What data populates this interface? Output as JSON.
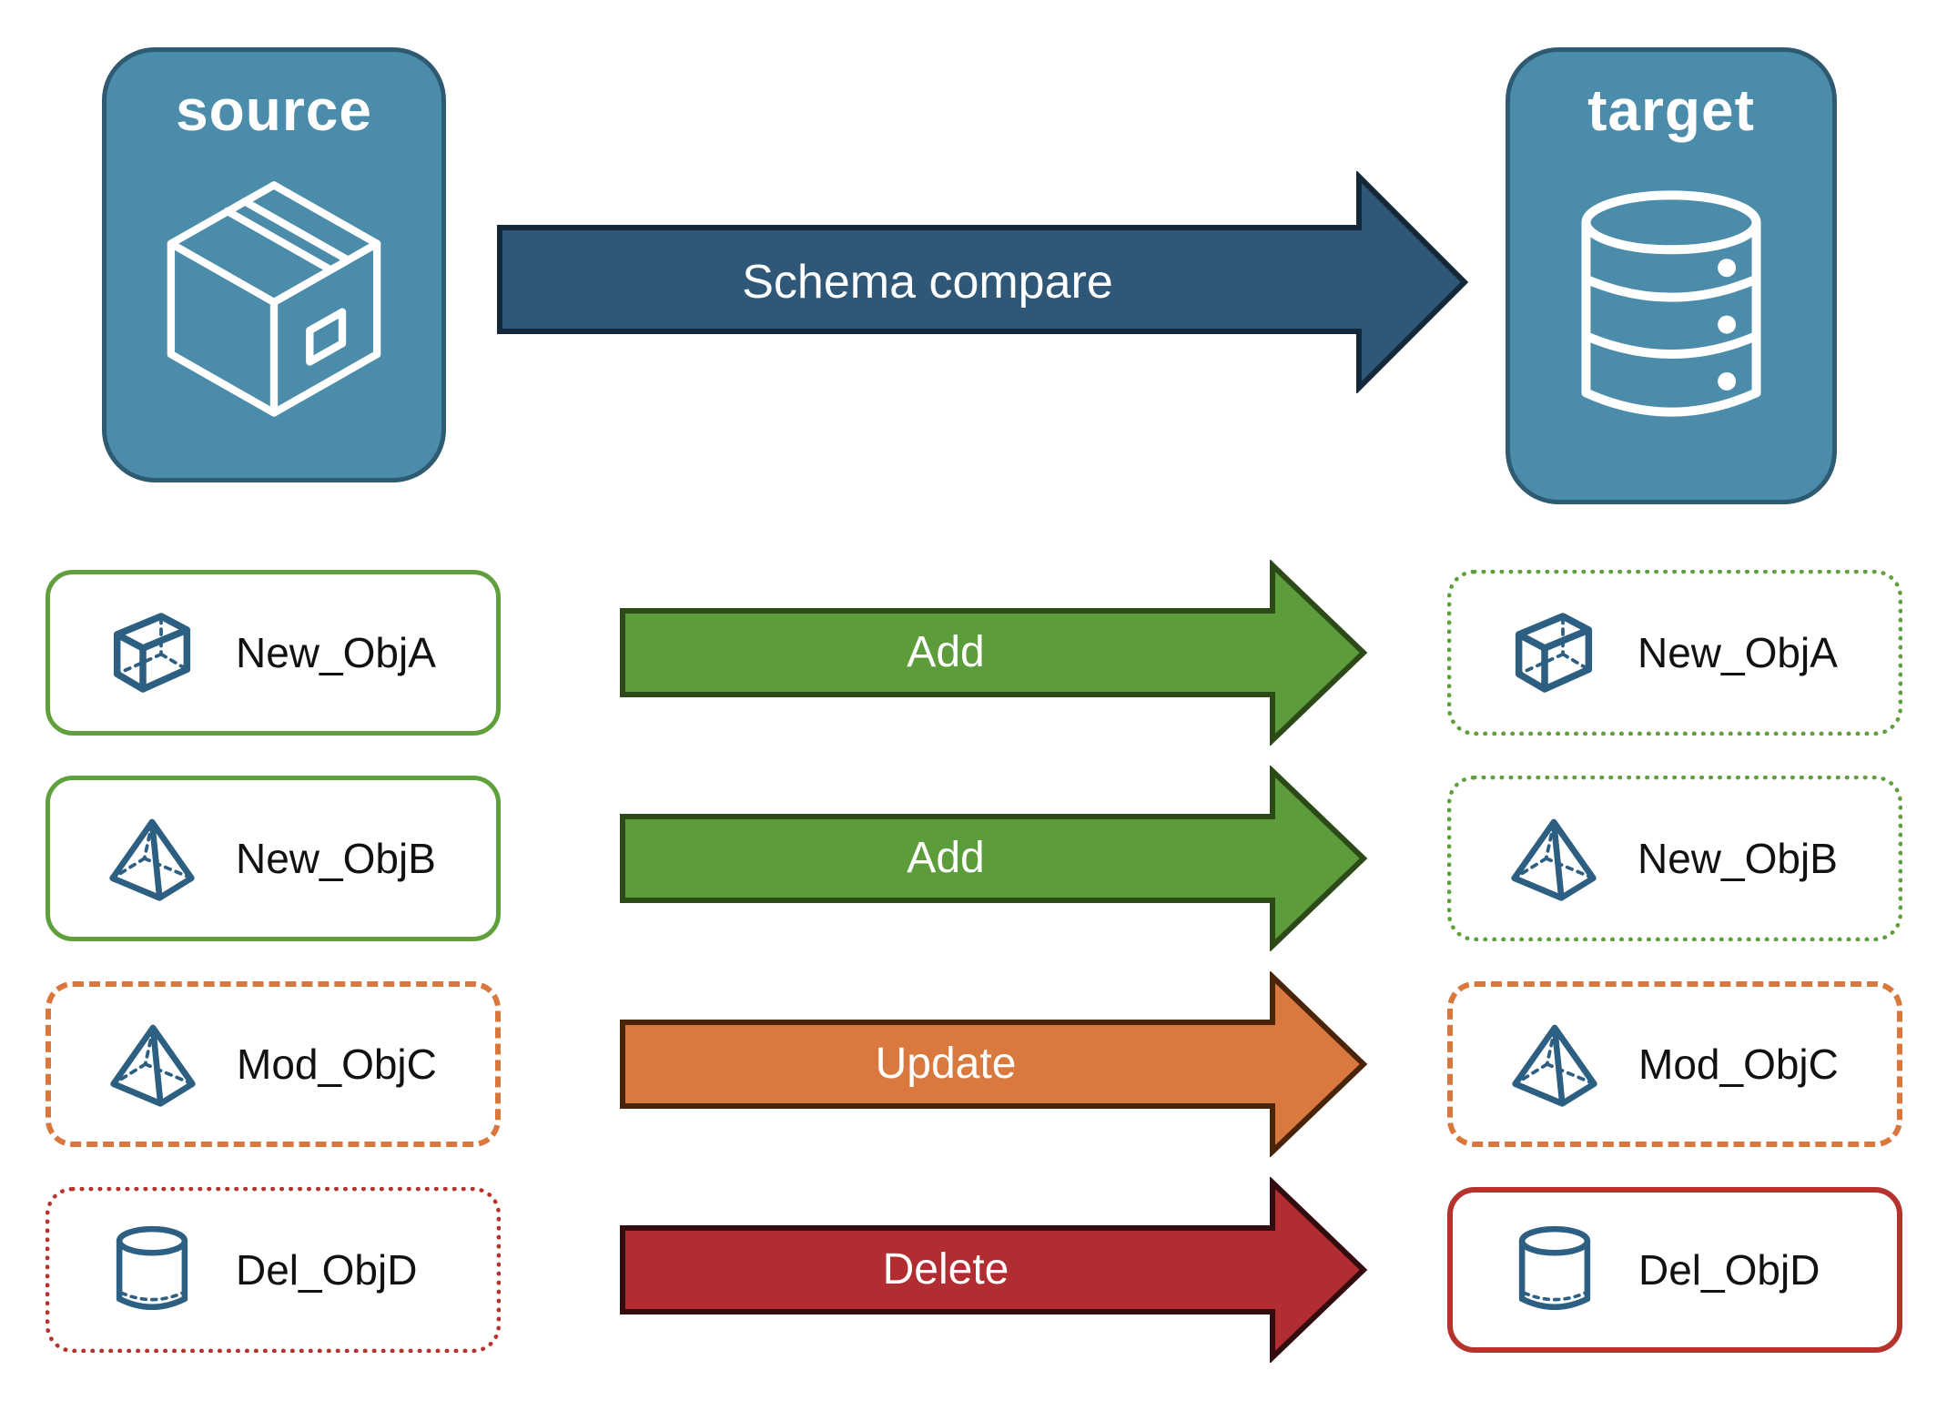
{
  "palette": {
    "node_fill": "#4C8CAB",
    "node_border": "#2E5A72",
    "main_arrow_fill": "#2F5878",
    "main_arrow_border": "#15283A",
    "add_green": "#5C9C3B",
    "add_green_dark": "#2C4A18",
    "update_orange": "#D9783F",
    "update_orange_dark": "#4A2409",
    "delete_red": "#B12D31",
    "delete_red_dark": "#330C0F",
    "box_green_border": "#5FA03C",
    "box_orange_border": "#D9773D",
    "box_red_border": "#B5332C",
    "object_icon_blue": "#2D5F82",
    "label_text": "#111111",
    "arrow_text": "#FFFFFF"
  },
  "source": {
    "label": "source",
    "icon": "package-icon"
  },
  "target": {
    "label": "target",
    "icon": "database-icon"
  },
  "main_arrow": {
    "label": "Schema compare"
  },
  "rows": [
    {
      "left": {
        "label": "New_ObjA",
        "icon": "cube-icon",
        "border_style": "green-solid"
      },
      "arrow": {
        "label": "Add",
        "color": "green"
      },
      "right": {
        "label": "New_ObjA",
        "icon": "cube-icon",
        "border_style": "green-dotted"
      }
    },
    {
      "left": {
        "label": "New_ObjB",
        "icon": "pyramid-icon",
        "border_style": "green-solid"
      },
      "arrow": {
        "label": "Add",
        "color": "green"
      },
      "right": {
        "label": "New_ObjB",
        "icon": "pyramid-icon",
        "border_style": "green-dotted"
      }
    },
    {
      "left": {
        "label": "Mod_ObjC",
        "icon": "pyramid-icon",
        "border_style": "orange-dashed"
      },
      "arrow": {
        "label": "Update",
        "color": "orange"
      },
      "right": {
        "label": "Mod_ObjC",
        "icon": "pyramid-icon",
        "border_style": "orange-dashed"
      }
    },
    {
      "left": {
        "label": "Del_ObjD",
        "icon": "cylinder-icon",
        "border_style": "red-dotted"
      },
      "arrow": {
        "label": "Delete",
        "color": "red"
      },
      "right": {
        "label": "Del_ObjD",
        "icon": "cylinder-icon",
        "border_style": "red-solid"
      }
    }
  ]
}
